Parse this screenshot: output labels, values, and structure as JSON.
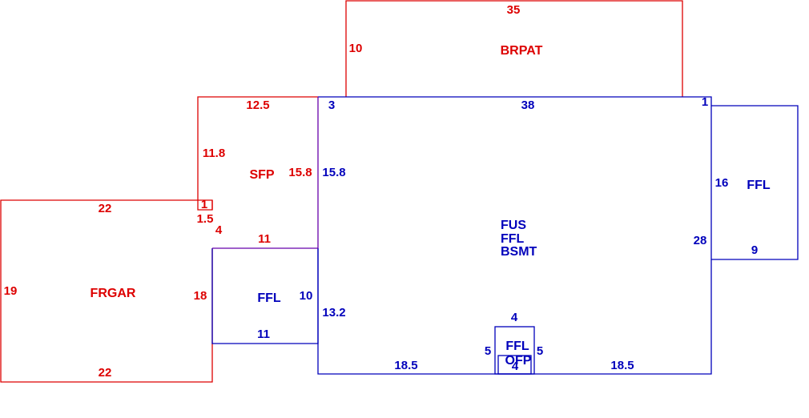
{
  "colors": {
    "blue": "#0000bb",
    "red": "#dd0000",
    "purple": "#6600aa"
  },
  "areas": {
    "brpat": {
      "name": "BRPAT",
      "dims": {
        "top": "35",
        "left": "10"
      }
    },
    "sfp": {
      "name": "SFP",
      "dims": {
        "top": "12.5",
        "left": "11.8",
        "right": "15.8",
        "corner": "1",
        "bottom": "11"
      }
    },
    "frgar": {
      "name": "FRGAR",
      "dims": {
        "top": "22",
        "left": "19",
        "right": "18",
        "bottom": "22",
        "step_a": "1.5",
        "step_b": "4"
      }
    },
    "main": {
      "lines": [
        "FUS",
        "FFL",
        "BSMT"
      ],
      "dims": {
        "top": "38",
        "left_top": "3",
        "right_top": "1",
        "left_upper": "15.8",
        "left_lower": "13.2",
        "right": "28",
        "bottom_left": "18.5",
        "bottom_right": "18.5"
      }
    },
    "ffl_left": {
      "name": "FFL",
      "dims": {
        "right": "10",
        "bottom": "11"
      }
    },
    "ffl_right": {
      "name": "FFL",
      "dims": {
        "left": "16",
        "bottom": "9"
      }
    },
    "small": {
      "name_top": "FFL",
      "name_bottom": "OFP",
      "dims": {
        "top": "4",
        "left": "5",
        "right": "5",
        "bottom": "4"
      }
    }
  }
}
